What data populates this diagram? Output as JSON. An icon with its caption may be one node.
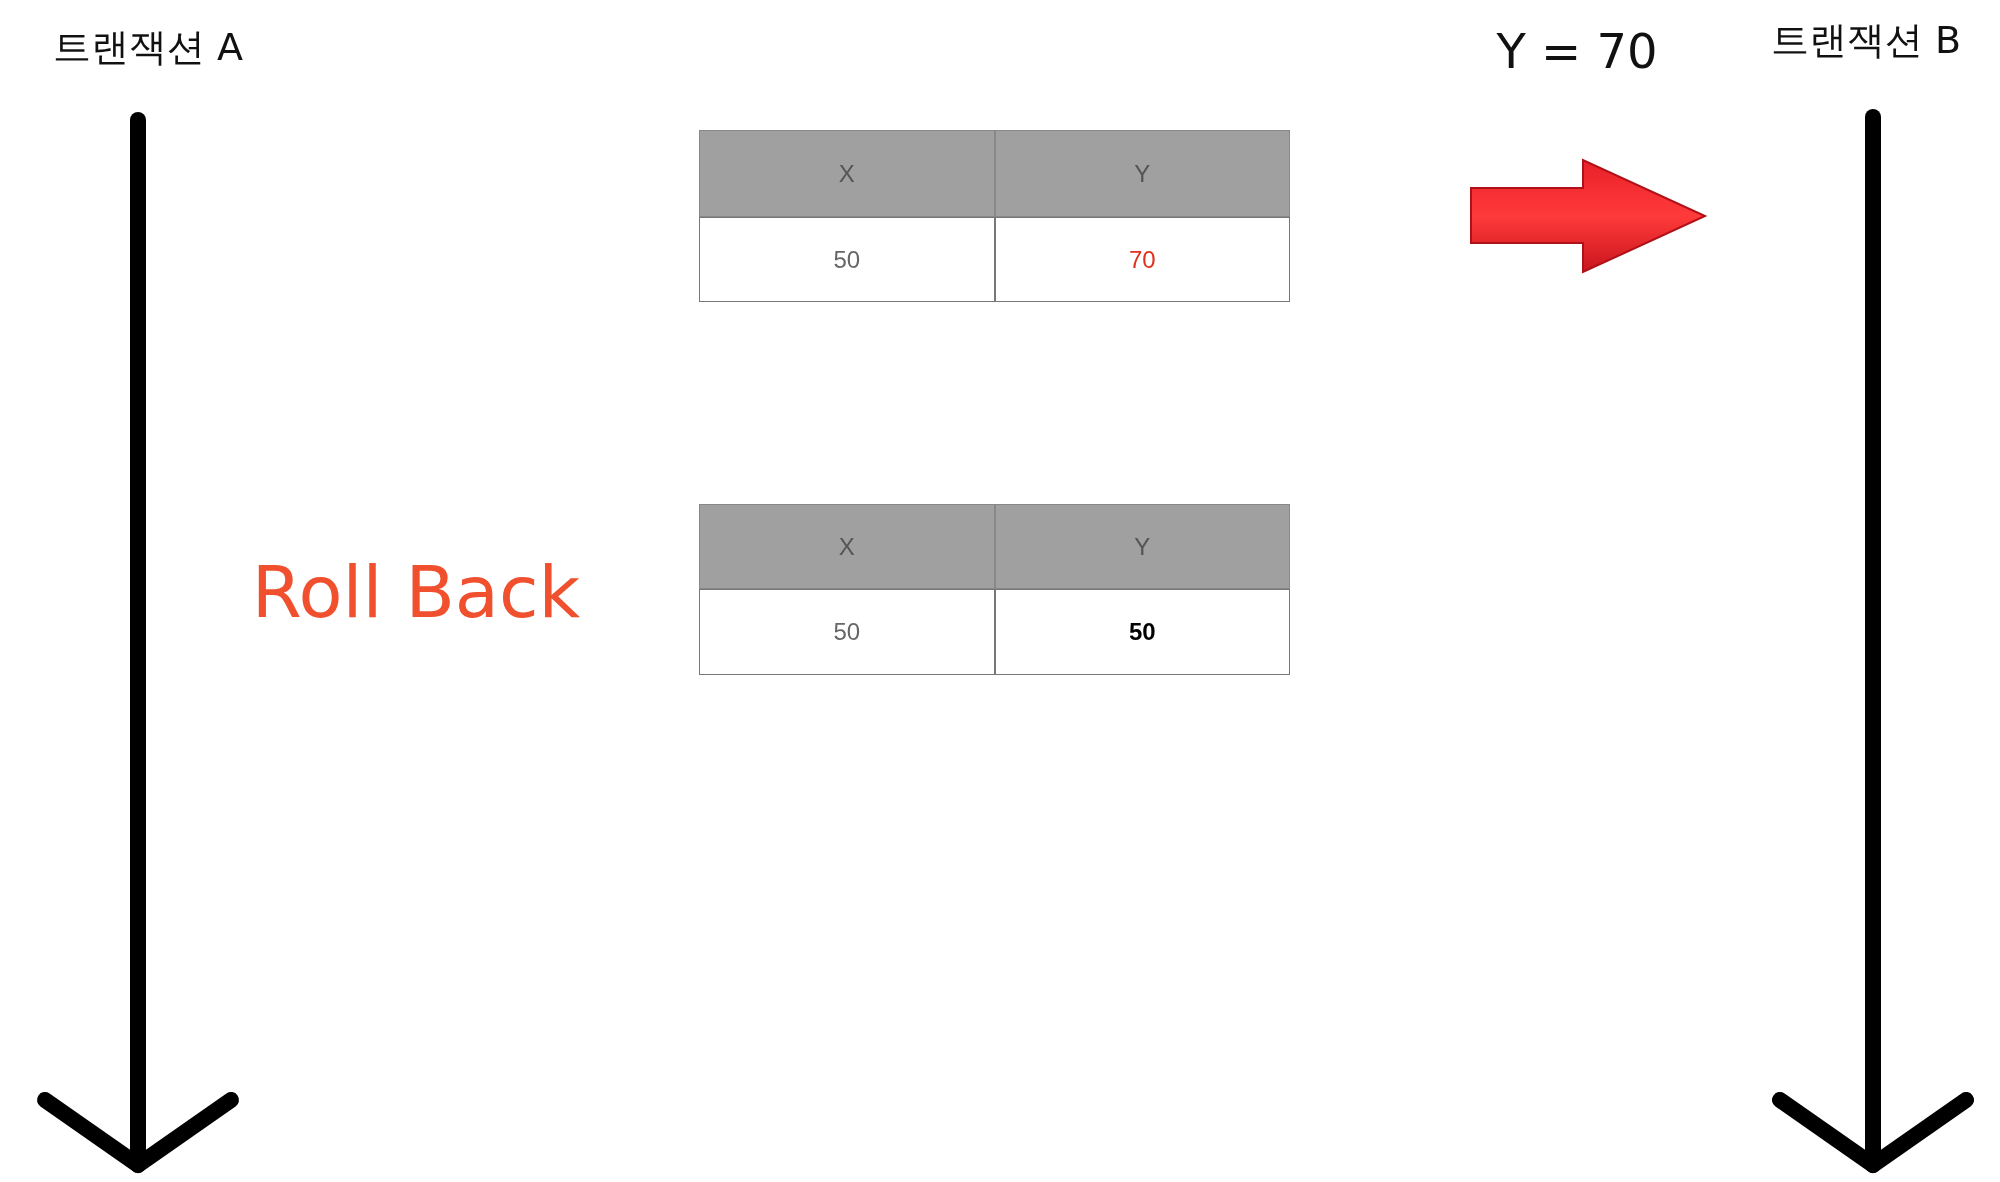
{
  "diagram": {
    "labels": [
      "트랜잭션 A",
      "Y = 70",
      "트랜잭션 B",
      "X",
      "Y",
      "50",
      "70",
      "Roll Back",
      "X",
      "Y",
      "50",
      "50"
    ]
  }
}
